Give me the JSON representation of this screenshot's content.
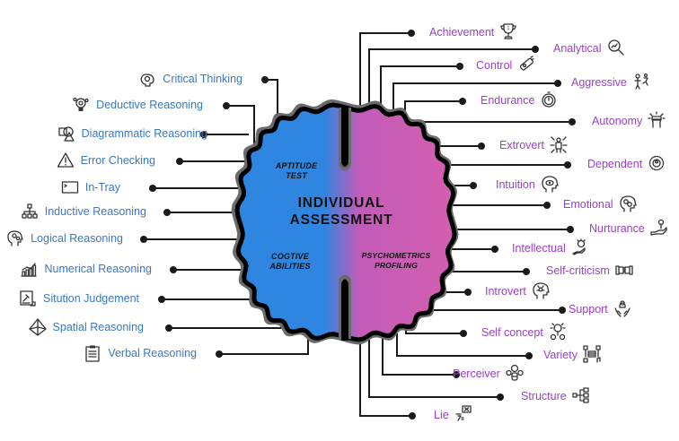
{
  "diagram": {
    "title_line1": "INDIVIDUAL",
    "title_line2": "ASSESSMENT",
    "colors": {
      "left_hemisphere": "#2f86e0",
      "right_hemisphere": "#d45fb0",
      "left_label": "#3a78c4",
      "right_label": "#9b3fc9",
      "connector": "#1a1a1a",
      "outline": "#000000",
      "shadow": "#6b6b6b"
    },
    "left_hemisphere": {
      "upper_label_line1": "APTITUDE",
      "upper_label_line2": "TEST",
      "lower_label_line1": "COGTIVE",
      "lower_label_line2": "ABILITIES"
    },
    "right_hemisphere": {
      "label_line1": "PSYCHOMETRICS",
      "label_line2": "PROFILING"
    },
    "left_items": [
      {
        "label": "Critical Thinking",
        "icon": "brain-gear-icon"
      },
      {
        "label": "Deductive Reasoning",
        "icon": "lightbulb-gear-icon"
      },
      {
        "label": "Diagrammatic Reasoning",
        "icon": "shapes-icon"
      },
      {
        "label": "Error Checking",
        "icon": "warning-icon"
      },
      {
        "label": "In-Tray",
        "icon": "terminal-icon"
      },
      {
        "label": "Inductive Reasoning",
        "icon": "hierarchy-icon"
      },
      {
        "label": "Logical Reasoning",
        "icon": "head-gears-icon"
      },
      {
        "label": "Numerical Reasoning",
        "icon": "bar-chart-icon"
      },
      {
        "label": "Sitution Judgement",
        "icon": "judgement-icon"
      },
      {
        "label": "Spatial Reasoning",
        "icon": "pyramid-icon"
      },
      {
        "label": "Verbal Reasoning",
        "icon": "clipboard-icon"
      }
    ],
    "right_items": [
      {
        "label": "Achievement",
        "icon": "trophy-icon"
      },
      {
        "label": "Analytical",
        "icon": "magnifier-chart-icon"
      },
      {
        "label": "Control",
        "icon": "remote-control-icon"
      },
      {
        "label": "Aggressive",
        "icon": "aggressive-figures-icon"
      },
      {
        "label": "Endurance",
        "icon": "stopwatch-icon"
      },
      {
        "label": "Autonomy",
        "icon": "raised-fist-icon"
      },
      {
        "label": "Extrovert",
        "icon": "person-arrows-icon"
      },
      {
        "label": "Dependent",
        "icon": "gear-person-icon"
      },
      {
        "label": "Intuition",
        "icon": "head-eye-icon"
      },
      {
        "label": "Emotional",
        "icon": "head-emotions-icon"
      },
      {
        "label": "Nurturance",
        "icon": "hand-plant-icon"
      },
      {
        "label": "Intellectual",
        "icon": "hand-brain-icon"
      },
      {
        "label": "Self-criticism",
        "icon": "fist-bump-icon"
      },
      {
        "label": "Introvert",
        "icon": "head-thoughts-icon"
      },
      {
        "label": "Support",
        "icon": "hands-person-icon"
      },
      {
        "label": "Self concept",
        "icon": "idea-gears-icon"
      },
      {
        "label": "Variety",
        "icon": "media-cycle-icon"
      },
      {
        "label": "Perceiver",
        "icon": "head-bulb-gears-icon"
      },
      {
        "label": "Structure",
        "icon": "tree-structure-icon"
      },
      {
        "label": "Lie",
        "icon": "lie-detector-icon"
      }
    ]
  }
}
